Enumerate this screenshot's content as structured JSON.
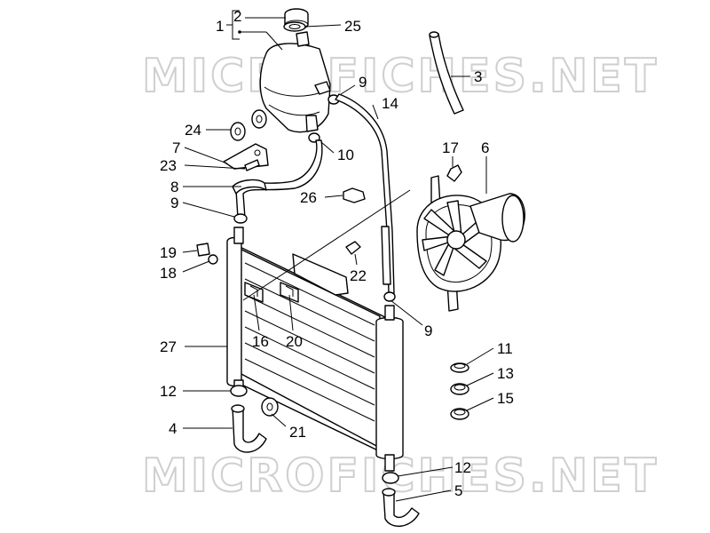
{
  "watermark": {
    "top": "MICROFICHES.NET",
    "bottom": "MICROFICHES.NET"
  },
  "callouts": {
    "c1": "1",
    "c2": "2",
    "c3": "3",
    "c4": "4",
    "c5": "5",
    "c6": "6",
    "c7": "7",
    "c8": "8",
    "c9a": "9",
    "c9b": "9",
    "c9c": "9",
    "c10": "10",
    "c11": "11",
    "c12a": "12",
    "c12b": "12",
    "c13": "13",
    "c14": "14",
    "c15": "15",
    "c16": "16",
    "c17": "17",
    "c18": "18",
    "c19": "19",
    "c20": "20",
    "c21": "21",
    "c22": "22",
    "c23": "23",
    "c24": "24",
    "c25": "25",
    "c26": "26",
    "c27": "27"
  },
  "colors": {
    "line": "#000000",
    "watermark": "#cfcfcf",
    "background": "#ffffff"
  }
}
